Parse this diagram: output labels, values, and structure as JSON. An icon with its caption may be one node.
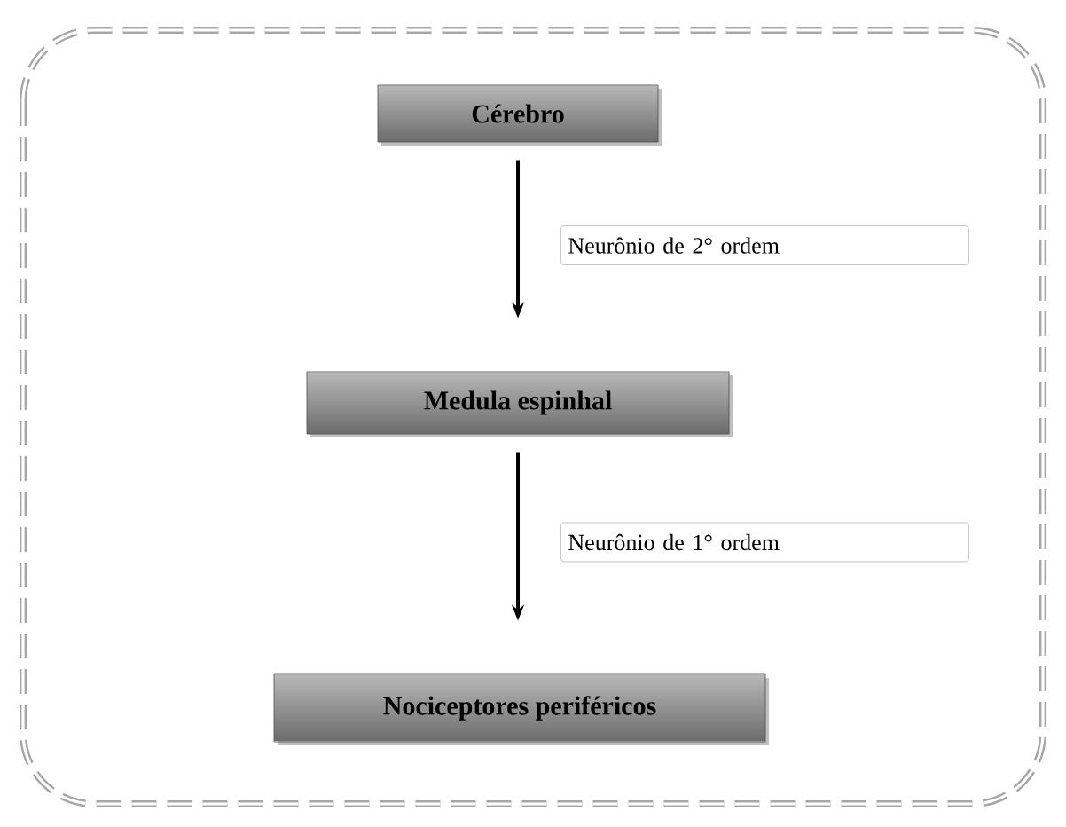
{
  "diagram": {
    "nodes": [
      {
        "text": [
          "Cérebro"
        ]
      },
      {
        "text": [
          "Medula espinhal"
        ]
      },
      {
        "text": [
          "Nociceptores periféricos"
        ]
      }
    ],
    "edges": [
      {
        "from": 0,
        "to": 1,
        "arrow": "to",
        "label": "Neurônio de 2° ordem"
      },
      {
        "from": 1,
        "to": 2,
        "arrow": "to",
        "label": "Neurônio de 1° ordem"
      }
    ]
  }
}
